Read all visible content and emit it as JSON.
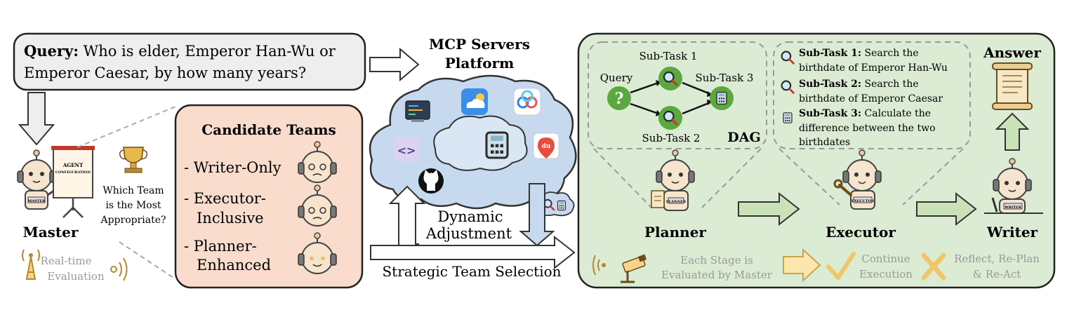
{
  "query": {
    "label": "Query:",
    "line1": " Who is elder, Emperor Han-Wu or",
    "line2": "Emperor Caesar, by how many years?"
  },
  "master": {
    "name": "Master",
    "board_line1": "AGENT",
    "board_line2": "CONFIGURATION",
    "badge": "MASTER",
    "question_line1": "Which Team",
    "question_line2": "is the Most",
    "question_line3": "Appropriate?",
    "eval_line1": "Real-time",
    "eval_line2": "Evaluation"
  },
  "candidate_teams": {
    "title": "Candidate Teams",
    "teams": [
      {
        "line1": "- Writer-Only",
        "line2": ""
      },
      {
        "line1": "- Executor-",
        "line2": "Inclusive"
      },
      {
        "line1": "- Planner-",
        "line2": "Enhanced"
      }
    ]
  },
  "mcp": {
    "title_line1": "MCP Servers",
    "title_line2": "Platform",
    "dynamic_line1": "Dynamic",
    "dynamic_line2": "Adjustment",
    "strategic": "Strategic Team Selection",
    "du_label": "du"
  },
  "dag": {
    "label": "DAG",
    "query": "Query",
    "st1": "Sub-Task 1",
    "st2": "Sub-Task 2",
    "st3": "Sub-Task 3"
  },
  "subtasks": [
    {
      "label": "Sub-Task 1:",
      "line1": " Search the",
      "line2": "birthdate of Emperor Han-Wu",
      "line3": ""
    },
    {
      "label": "Sub-Task 2:",
      "line1": " Search the",
      "line2": "birthdate of Emperor Caesar",
      "line3": ""
    },
    {
      "label": "Sub-Task 3:",
      "line1": " Calculate the",
      "line2": "difference between the two",
      "line3": "birthdates"
    }
  ],
  "answer": "Answer",
  "agents": {
    "planner": "Planner",
    "executor": "Executor",
    "writer": "Writer",
    "planner_badge": "PLANNER",
    "executor_badge": "EXECUTOR",
    "writer_badge": "WRITER"
  },
  "footer": {
    "eval_line1": "Each Stage is",
    "eval_line2": "Evaluated by Master",
    "continue_line1": "Continue",
    "continue_line2": "Execution",
    "reflect_line1": "Reflect, Re-Plan",
    "reflect_line2": "& Re-Act"
  },
  "colors": {
    "green_panel": "#dcebd3",
    "peach_panel": "#f9dccb",
    "query_box": "#eeeeee",
    "cloud": "#c7d9ee",
    "arrow_green": "#c9e3b6",
    "arrow_yellow": "#fbe6b0",
    "node_green": "#5aa83f"
  }
}
